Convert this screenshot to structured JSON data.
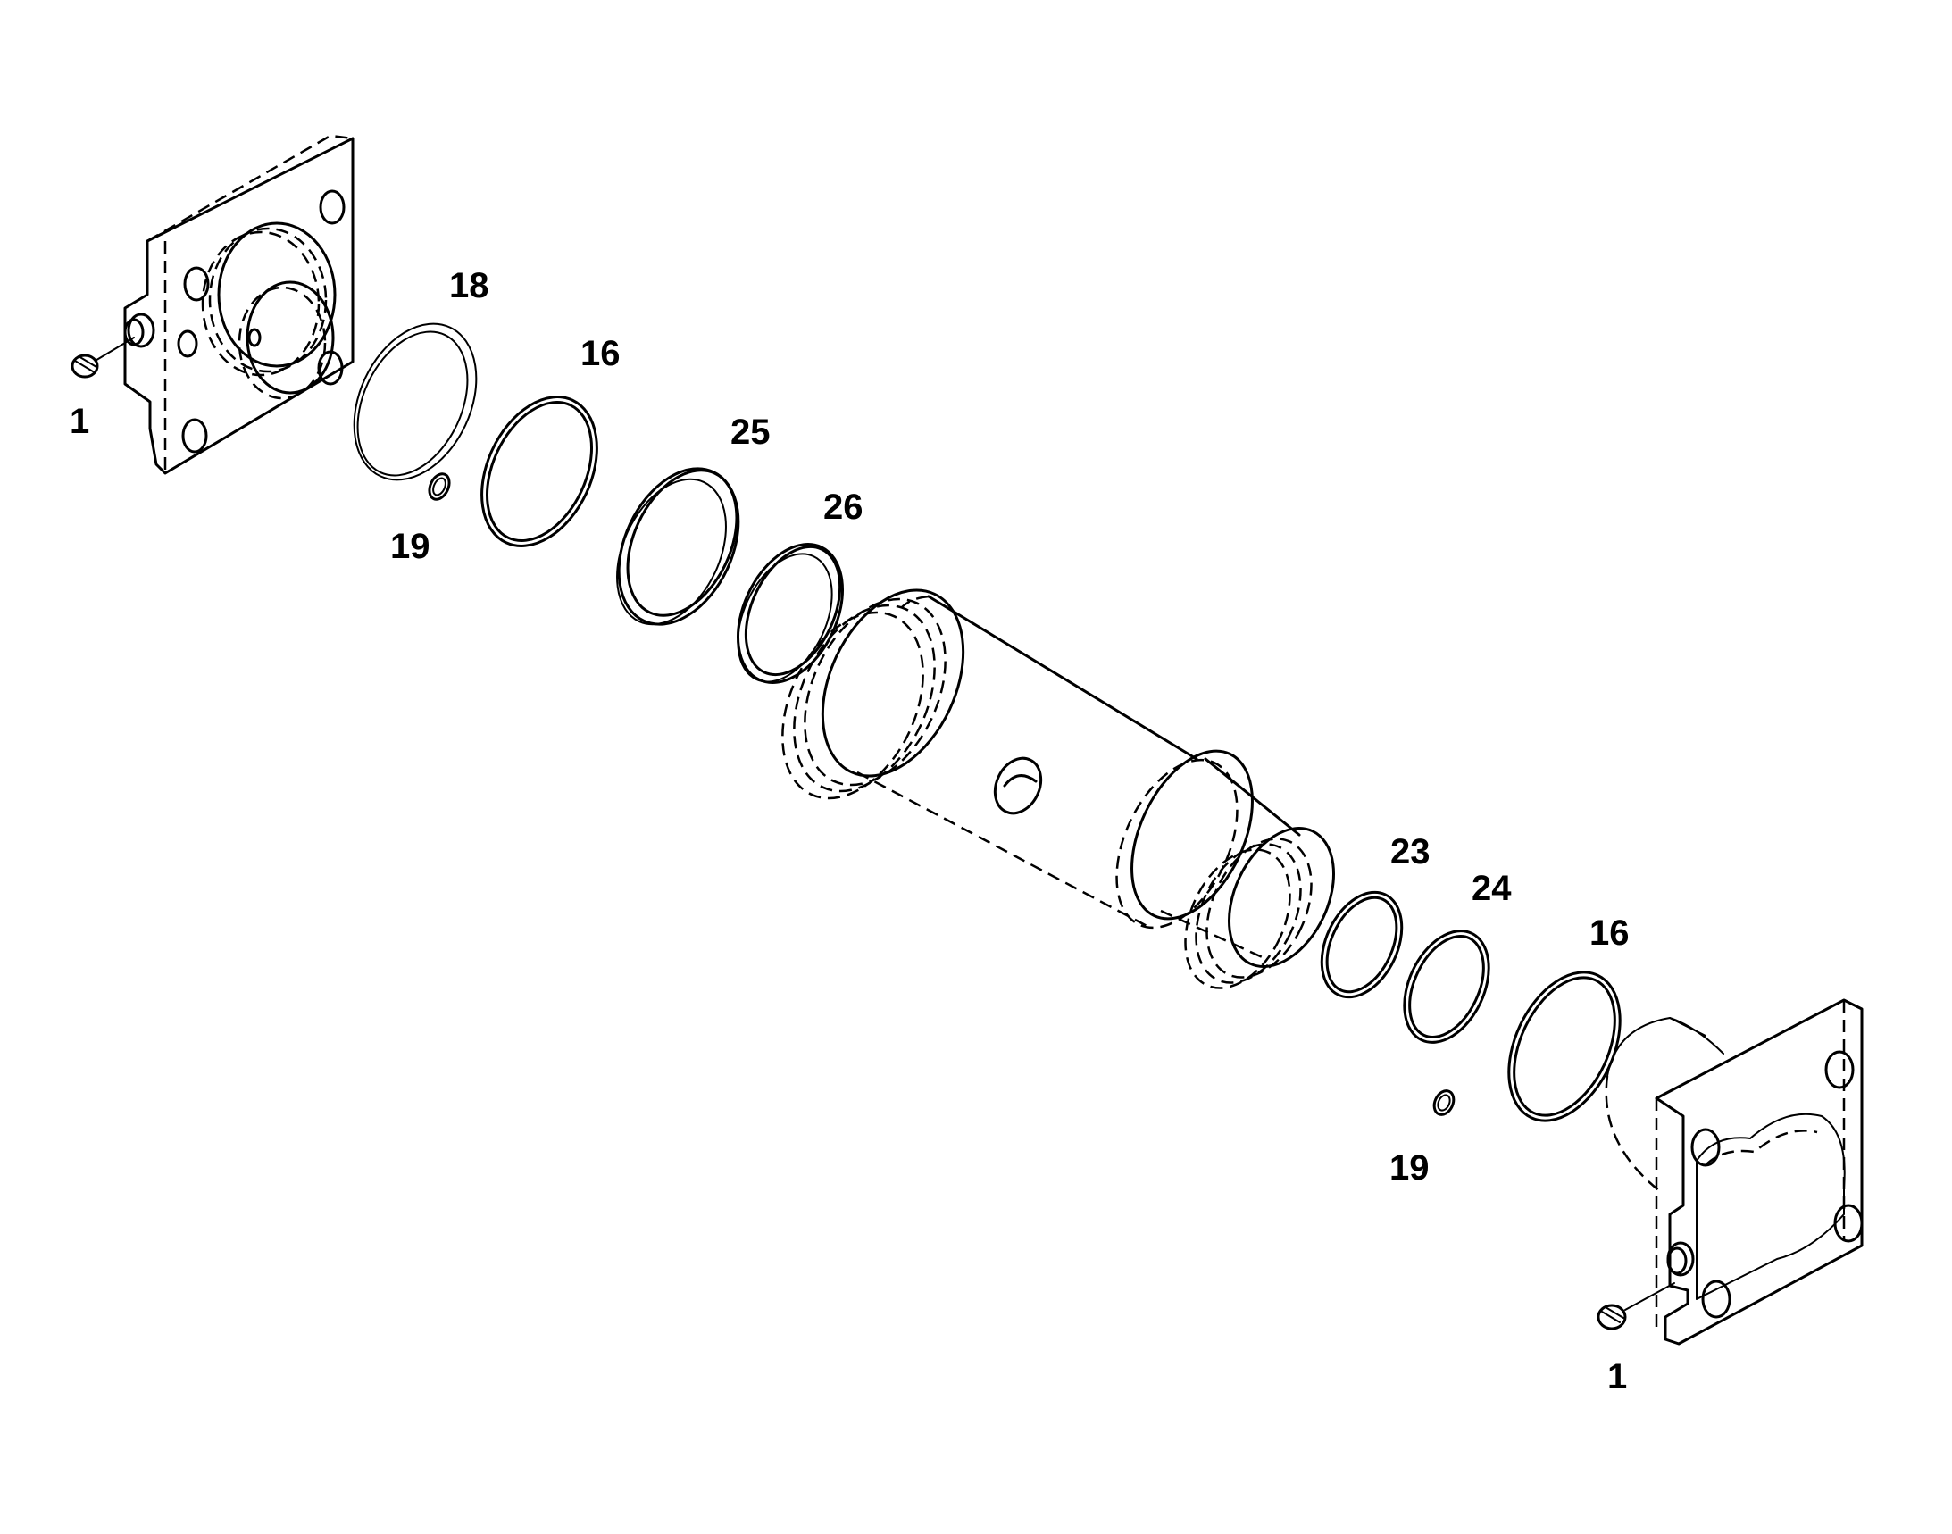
{
  "callouts": {
    "screw_left": "1",
    "snap_ring": "18",
    "oring_small_left": "19",
    "oring_large_left": "16",
    "ring_25": "25",
    "ring_26": "26",
    "ring_23": "23",
    "ring_24": "24",
    "oring_large_right": "16",
    "oring_small_right": "19",
    "screw_right": "1"
  }
}
